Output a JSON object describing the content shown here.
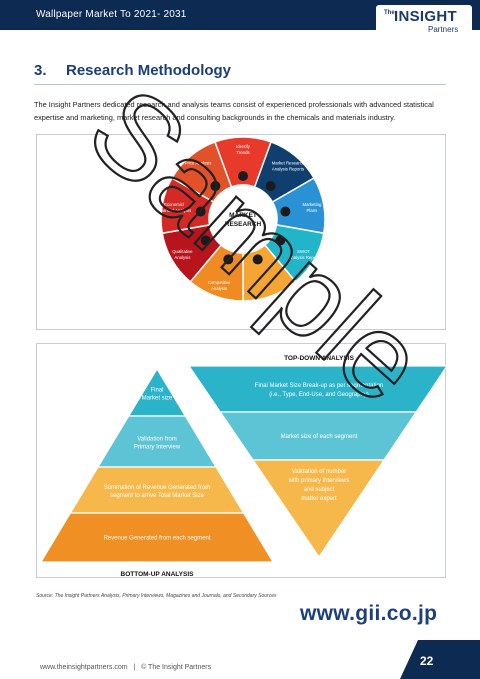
{
  "header": {
    "title": "Wallpaper Market To 2021- 2031",
    "logo_the": "The",
    "logo_main": "INSIGHT",
    "logo_sub": "Partners"
  },
  "section": {
    "number": "3.",
    "title": "Research Methodology"
  },
  "intro_text": "The Insight Partners dedicated research and analysis teams consist of experienced professionals with advanced statistical expertise and marketing, market research and consulting backgrounds in the chemicals and materials industry.",
  "wheel": {
    "center_line1": "MARKET",
    "center_line2": "RESEARCH",
    "segments": [
      {
        "line1": "Identify",
        "line2": "Trends",
        "color": "#e83a2a"
      },
      {
        "line1": "Market Research",
        "line2": "Analysis Reports",
        "color": "#0f3f6e"
      },
      {
        "line1": "Marketing",
        "line2": "Plans",
        "color": "#2a92d4"
      },
      {
        "line1": "SWOT",
        "line2": "Analysis Report",
        "color": "#22b4c9"
      },
      {
        "line1": "",
        "line2": "",
        "color": "#f4a533"
      },
      {
        "line1": "Competitive",
        "line2": "Analysis",
        "color": "#f08a22"
      },
      {
        "line1": "Qualitative",
        "line2": "Analysis",
        "color": "#b8141c"
      },
      {
        "line1": "Economic/",
        "line2": "Financial Analysis",
        "color": "#d42a26"
      },
      {
        "line1": "Price Analysis",
        "line2": "",
        "color": "#e2512a"
      }
    ]
  },
  "pyramid": {
    "top_down_label": "TOP-DOWN ANALYSIS",
    "bottom_up_label": "BOTTOM-UP ANALYSIS",
    "up_levels": [
      {
        "line1": "Final",
        "line2": "Market size",
        "color": "#2bb3c9"
      },
      {
        "line1": "Validation from",
        "line2": "Primary Interview",
        "color": "#5cc4d4"
      },
      {
        "line1": "Summation of Revenue Generated from",
        "line2": "segment to arrive Total Market Size",
        "color": "#f6b84a"
      },
      {
        "line1": "Revenue Generated from each segment",
        "line2": "",
        "color": "#f08f24"
      }
    ],
    "down_levels": [
      {
        "line1": "Final Market Size Break-up as per segmentation",
        "line2": "(i.e., Type, End-Use, and Geography)",
        "color": "#2bb3c9"
      },
      {
        "line1": "Market size of each segment",
        "line2": "",
        "color": "#5cc4d4"
      },
      {
        "line1": "Validation of number",
        "line2": "with primary interviews",
        "line3": "and subject",
        "line4": "matter expert",
        "color": "#f6b84a"
      }
    ]
  },
  "source": "Source: The Insight Partners Analysis, Primary Interviews, Magazines and Journals, and Secondary Sources",
  "watermark": "Sample",
  "gii_link": "www.gii.co.jp",
  "footer": {
    "url": "www.theinsightpartners.com",
    "separator": "|",
    "copyright": "© The Insight Partners",
    "page_number": "22"
  },
  "colors": {
    "navy": "#0d2a52",
    "title_blue": "#1a3e7a"
  }
}
